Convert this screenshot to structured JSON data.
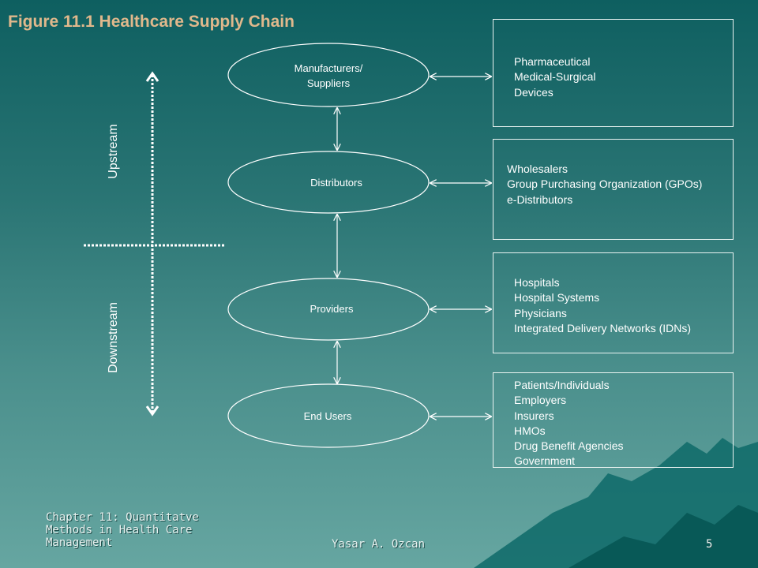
{
  "title": "Figure 11.1 Healthcare Supply Chain",
  "axis": {
    "upstream": "Upstream",
    "downstream": "Downstream"
  },
  "nodes": [
    {
      "lines": [
        "Manufacturers/",
        "Suppliers"
      ]
    },
    {
      "lines": [
        "Distributors"
      ]
    },
    {
      "lines": [
        "Providers"
      ]
    },
    {
      "lines": [
        "End Users"
      ]
    }
  ],
  "boxes": [
    {
      "lines": [
        "Pharmaceutical",
        "Medical-Surgical",
        "Devices"
      ]
    },
    {
      "lines": [
        "Wholesalers",
        "Group Purchasing Organization (GPOs)",
        "e-Distributors"
      ]
    },
    {
      "lines": [
        "Hospitals",
        "Hospital Systems",
        "Physicians",
        "Integrated Delivery Networks (IDNs)"
      ]
    },
    {
      "lines": [
        "Patients/Individuals",
        "Employers",
        "Insurers",
        "HMOs",
        "Drug Benefit Agencies",
        "Government"
      ]
    }
  ],
  "footer": {
    "chapter_lines": [
      "Chapter 11: Quantitatve",
      "Methods in Health Care",
      "Management"
    ],
    "author": "Yasar A. Ozcan",
    "page_number": "5"
  },
  "colors": {
    "background_top": "#0e5f60",
    "background_bottom": "#66a6a1",
    "title": "#e0b88c",
    "lines": "#ffffff",
    "mountain": "#0e6a68"
  }
}
